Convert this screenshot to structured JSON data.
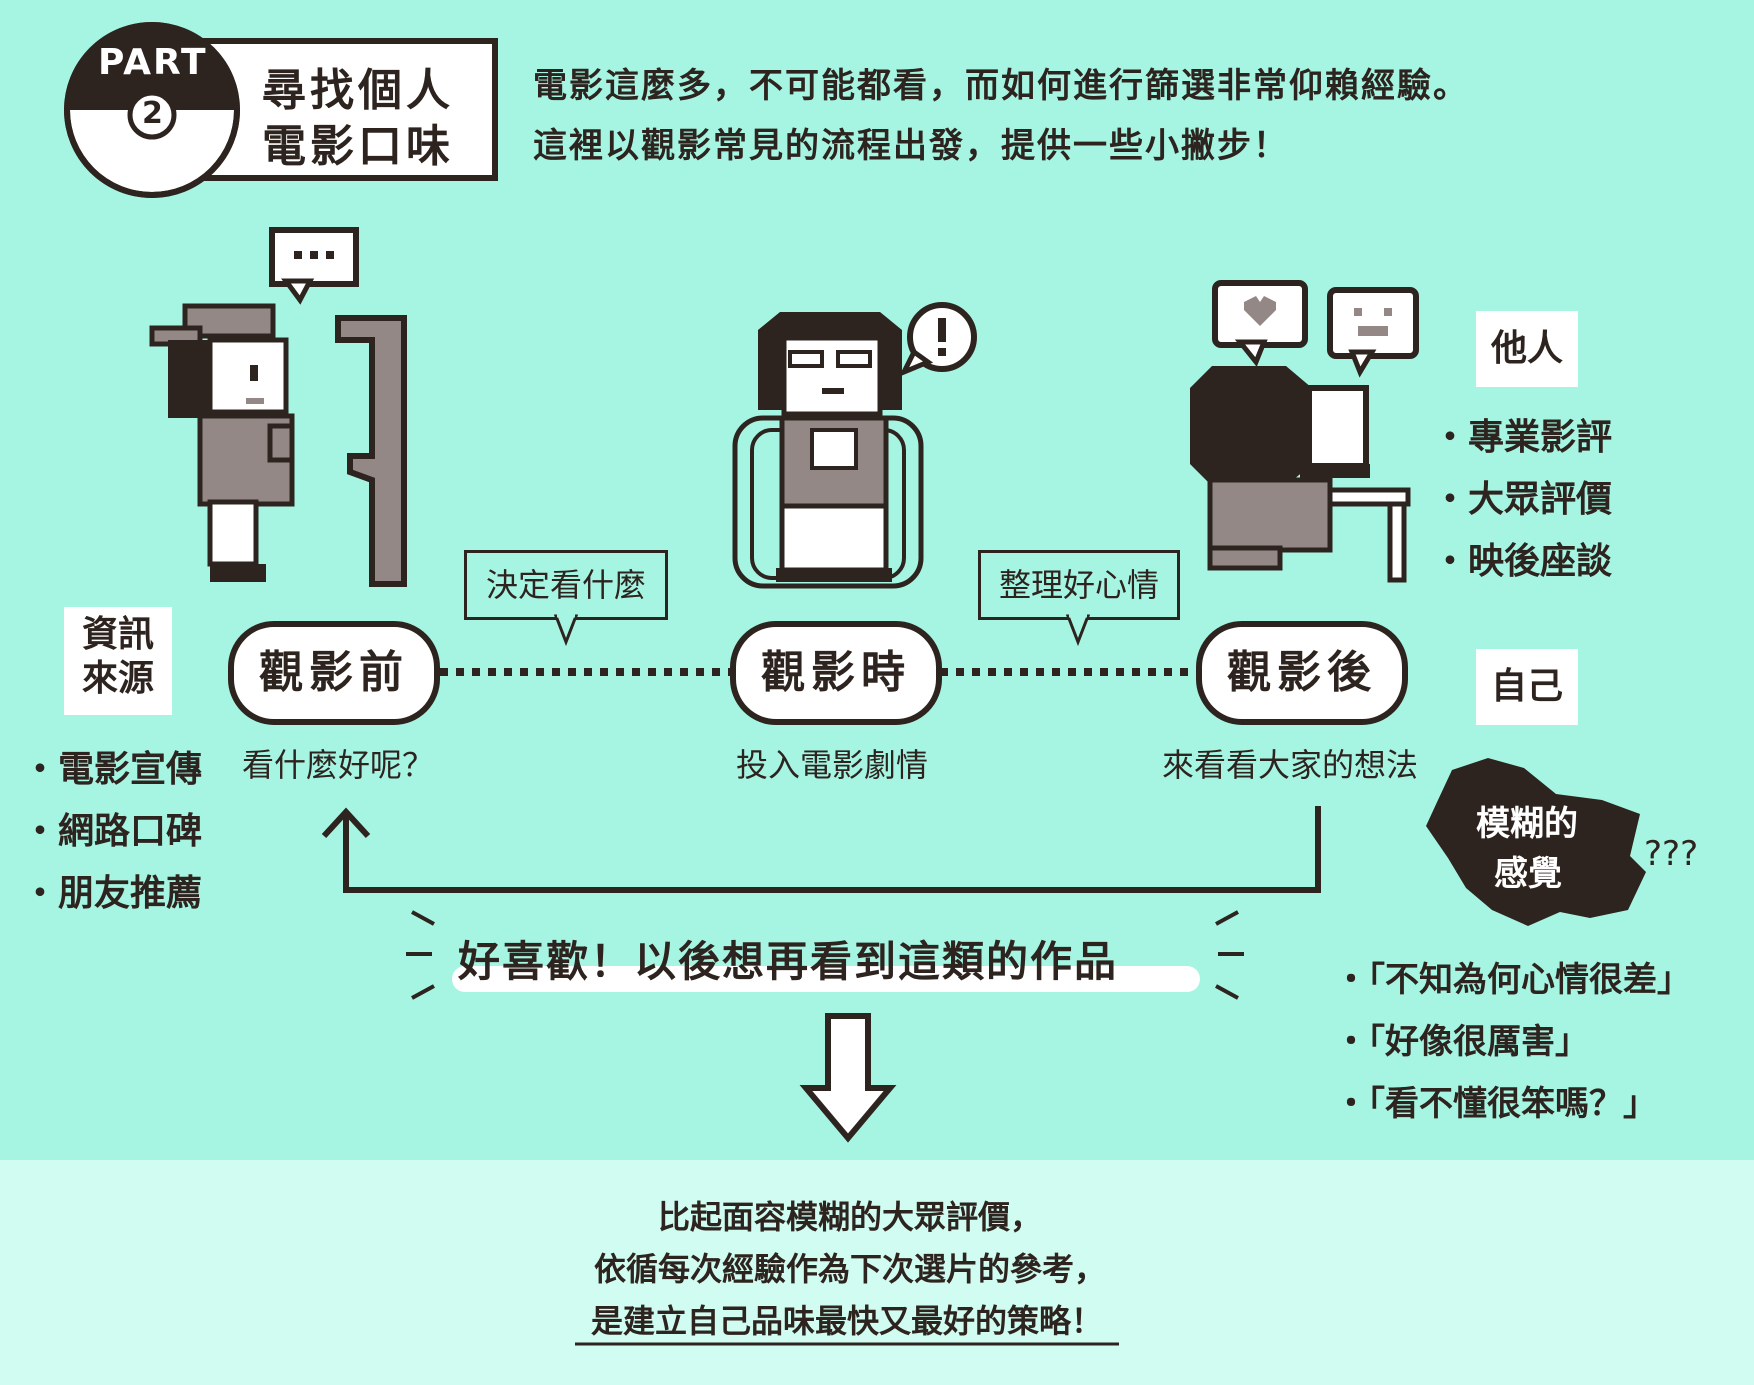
{
  "header": {
    "part_label": "PART",
    "part_number": "2",
    "title_line1": "尋找個人",
    "title_line2": "電影口味",
    "intro_line1": "電影這麼多，不可能都看，而如何進行篩選非常仰賴經驗。",
    "intro_line2": "這裡以觀影常見的流程出發，提供一些小撇步！"
  },
  "left_panel": {
    "label_line1": "資訊",
    "label_line2": "來源",
    "items": [
      "・電影宣傳",
      "・網路口碑",
      "・朋友推薦"
    ]
  },
  "flow": {
    "phases": [
      {
        "label": "觀影前",
        "caption": "看什麼好呢？"
      },
      {
        "label": "觀影時",
        "caption": "投入電影劇情"
      },
      {
        "label": "觀影後",
        "caption": "來看看大家的想法"
      }
    ],
    "connectors": [
      "決定看什麼",
      "整理好心情"
    ]
  },
  "right_panel": {
    "others_label": "他人",
    "others_items": [
      "・專業影評",
      "・大眾評價",
      "・映後座談"
    ],
    "self_label": "自己",
    "blob_line1": "模糊的",
    "blob_line2": "感覺",
    "question_marks": "???",
    "self_items": [
      "・「不知為何心情很差」",
      "・「好像很厲害」",
      "・「看不懂很笨嗎？」"
    ]
  },
  "feedback": {
    "highlight": "好喜歡！以後想再看到這類的作品"
  },
  "conclusion": {
    "line1": "比起面容模糊的大眾評價，",
    "line2": "依循每次經驗作為下次選片的參考，",
    "line3": "是建立自己品味最快又最好的策略！"
  },
  "colors": {
    "background": "#a6f5e3",
    "bottom_band": "#d0fcf1",
    "ink": "#2e241f",
    "gray": "#938886",
    "white": "#ffffff"
  }
}
